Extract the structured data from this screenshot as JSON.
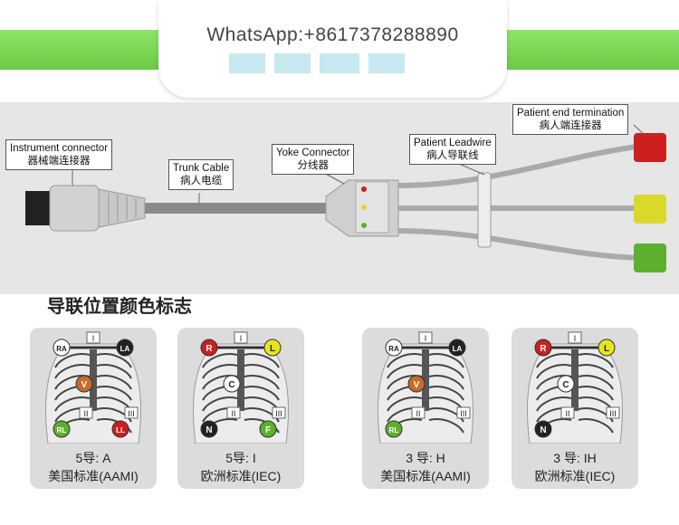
{
  "watermark": {
    "whatsapp": "WhatsApp:+8617378288890"
  },
  "diagram": {
    "instrument_connector": {
      "en": "Instrument connector",
      "zh": "器械端连接器"
    },
    "trunk_cable": {
      "en": "Trunk Cable",
      "zh": "病人电缆"
    },
    "yoke_connector": {
      "en": "Yoke Connector",
      "zh": "分线器"
    },
    "patient_leadwire": {
      "en": "Patient Leadwire",
      "zh": "病人导联线"
    },
    "patient_end": {
      "en": "Patient end termination",
      "zh": "病人端连接器"
    },
    "clip_colors": [
      "#cc1f1f",
      "#d9d92a",
      "#5cb02e"
    ]
  },
  "section_title": "导联位置颜色标志",
  "cards": [
    {
      "line1": "5导: A",
      "line2": "美国标准(AAMI)",
      "electrodes": [
        {
          "label": "RA",
          "fill": "#ffffff",
          "text": "#222"
        },
        {
          "label": "LA",
          "fill": "#222222",
          "text": "#fff"
        },
        {
          "label": "V",
          "fill": "#c86a2a",
          "text": "#fff"
        },
        {
          "label": "RL",
          "fill": "#5cb02e",
          "text": "#fff"
        },
        {
          "label": "LL",
          "fill": "#cc1f1f",
          "text": "#fff"
        }
      ],
      "roman": [
        "I",
        "II",
        "III"
      ]
    },
    {
      "line1": "5导: I",
      "line2": "欧洲标准(IEC)",
      "electrodes": [
        {
          "label": "R",
          "fill": "#cc1f1f",
          "text": "#fff"
        },
        {
          "label": "L",
          "fill": "#e6e61e",
          "text": "#222"
        },
        {
          "label": "C",
          "fill": "#ffffff",
          "text": "#222"
        },
        {
          "label": "N",
          "fill": "#222222",
          "text": "#fff"
        },
        {
          "label": "F",
          "fill": "#5cb02e",
          "text": "#fff"
        }
      ],
      "roman": [
        "I",
        "II",
        "III"
      ]
    },
    {
      "line1": "3 导: H",
      "line2": "美国标准(AAMI)",
      "electrodes": [
        {
          "label": "RA",
          "fill": "#ffffff",
          "text": "#222"
        },
        {
          "label": "LA",
          "fill": "#222222",
          "text": "#fff"
        },
        {
          "label": "V",
          "fill": "#c86a2a",
          "text": "#fff"
        },
        {
          "label": "RL",
          "fill": "#5cb02e",
          "text": "#fff"
        }
      ],
      "roman": [
        "I",
        "II",
        "III"
      ]
    },
    {
      "line1": "3 导: IH",
      "line2": "欧洲标准(IEC)",
      "electrodes": [
        {
          "label": "R",
          "fill": "#cc1f1f",
          "text": "#fff"
        },
        {
          "label": "L",
          "fill": "#e6e61e",
          "text": "#222"
        },
        {
          "label": "C",
          "fill": "#ffffff",
          "text": "#222"
        },
        {
          "label": "N",
          "fill": "#222222",
          "text": "#fff"
        }
      ],
      "roman": [
        "I",
        "II",
        "III"
      ]
    }
  ]
}
